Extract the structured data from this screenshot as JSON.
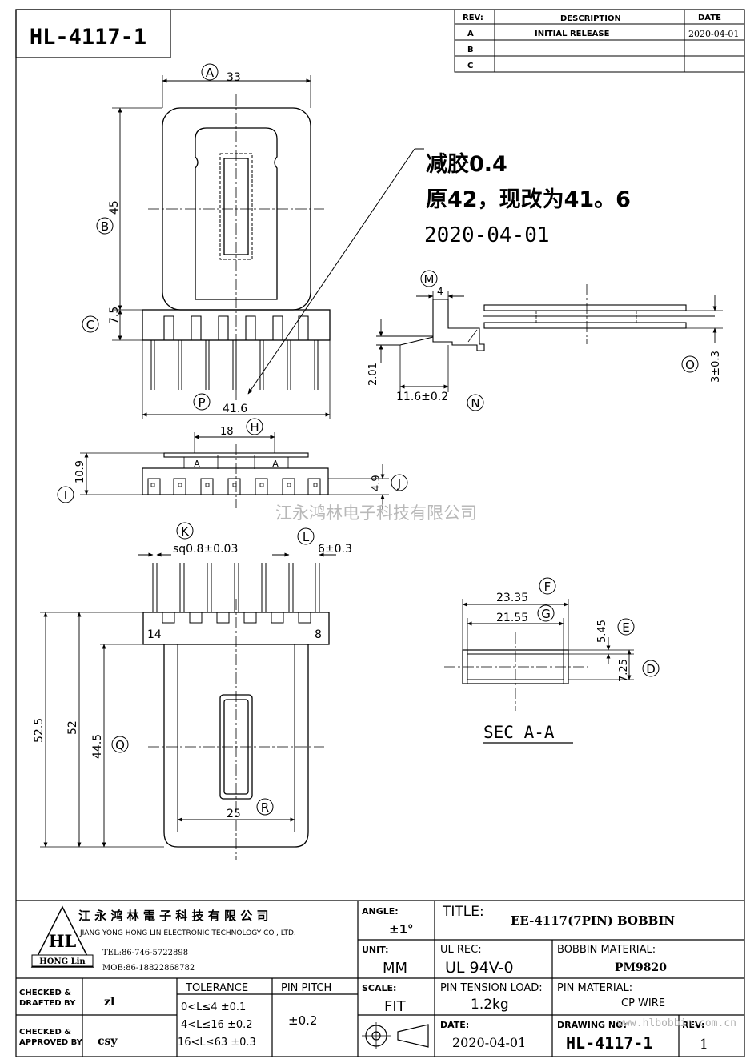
{
  "drawing_no_box": "HL-4117-1",
  "revision_table": {
    "headers": {
      "rev": "REV:",
      "description": "DESCRIPTION",
      "date": "DATE"
    },
    "rows": [
      {
        "rev": "A",
        "description": "INITIAL RELEASE",
        "date": "2020-04-01"
      },
      {
        "rev": "B",
        "description": "",
        "date": ""
      },
      {
        "rev": "C",
        "description": "",
        "date": ""
      }
    ]
  },
  "note": {
    "line1": "减胶0.4",
    "line2": "原42，现改为41。6",
    "line3": "2020-04-01"
  },
  "labels": {
    "A": "A",
    "B": "B",
    "C": "C",
    "D": "D",
    "E": "E",
    "F": "F",
    "G": "G",
    "H": "H",
    "I": "I",
    "J": "J",
    "K": "K",
    "L": "L",
    "M": "M",
    "N": "N",
    "O": "O",
    "P": "P",
    "Q": "Q",
    "R": "R"
  },
  "dims": {
    "A": "33",
    "B": "45",
    "C": "7.5",
    "P": "41.6",
    "H": "18",
    "I": "10.9",
    "J": "4.9",
    "K": "sq0.8±0.03",
    "L": "6±0.3",
    "M": "4",
    "h201": "2.01",
    "N": "11.6±0.2",
    "O": "3±0.3",
    "F": "23.35",
    "G": "21.55",
    "E": "5.45",
    "D": "7.25",
    "d525": "52.5",
    "d52": "52",
    "Q": "44.5",
    "R": "25",
    "pin14": "14",
    "pin8": "8",
    "secA1": "A",
    "secA2": "A"
  },
  "section_label": "SEC  A-A",
  "watermark": "江永鸿林电子科技有限公司",
  "title_block": {
    "company_cn": "江 永 鸿 林 電 子 科 技 有 限 公 司",
    "company_en": "JIANG YONG HONG LIN ELECTRONIC TECHNOLOGY CO., LTD.",
    "logo_text": "HL",
    "logo_sub": "HONG Lin",
    "tel": "TEL:86-746-5722898",
    "mob": "MOB:86-18822868782",
    "checked_drafted_label1": "CHECKED &",
    "checked_drafted_label2": "DRAFTED BY",
    "drafted_by": "zl",
    "checked_approved_label1": "CHECKED &",
    "checked_approved_label2": "APPROVED BY",
    "approved_by": "csy",
    "tolerance_label": "TOLERANCE",
    "tolerance_rows": [
      "0<L≤4   ±0.1",
      "4<L≤16  ±0.2",
      "16<L≤63 ±0.3"
    ],
    "pin_pitch_label": "PIN PITCH",
    "pin_pitch": "±0.2",
    "angle_label": "ANGLE:",
    "angle": "±1°",
    "unit_label": "UNIT:",
    "unit": "MM",
    "scale_label": "SCALE:",
    "scale": "FIT",
    "title_label": "TITLE:",
    "title": "EE-4117(7PIN) BOBBIN",
    "ul_rec_label": "UL REC:",
    "ul_rec": "UL 94V-0",
    "bobbin_material_label": "BOBBIN MATERIAL:",
    "bobbin_material": "PM9820",
    "pin_tension_label": "PIN TENSION LOAD:",
    "pin_tension": "1.2kg",
    "pin_material_label": "PIN MATERIAL:",
    "pin_material": "CP   WIRE",
    "date_label": "DATE:",
    "date": "2020-04-01",
    "drawing_no_label": "DRAWING NO:",
    "drawing_no": "HL-4117-1",
    "rev_label": "REV:",
    "rev": "1",
    "website": "www.hlbobbin.com.cn"
  }
}
